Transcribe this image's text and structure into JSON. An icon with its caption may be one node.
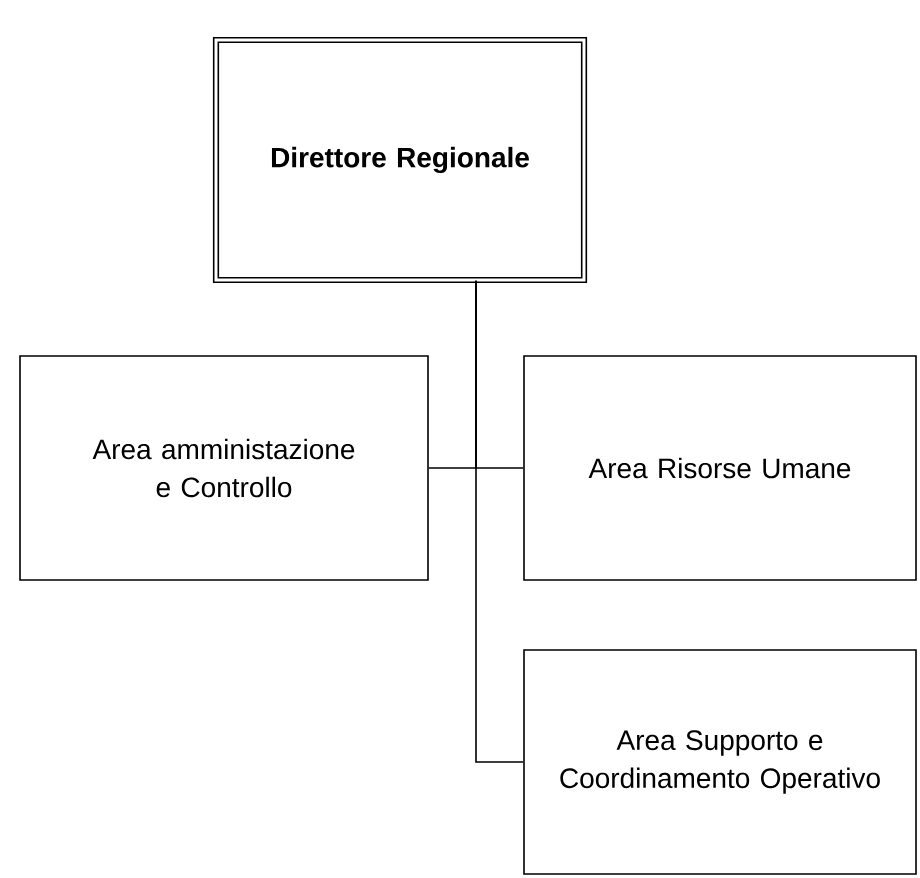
{
  "diagram": {
    "nodes": [
      {
        "text": [
          "Direttore Regionale"
        ]
      },
      {
        "text": [
          "Area amministazione e Controllo"
        ]
      },
      {
        "text": [
          "Area Risorse Umane"
        ]
      },
      {
        "text": [
          "Area Supporto e Coordinamento Operativo"
        ]
      }
    ],
    "edges": [
      {
        "from": 0,
        "to": 1,
        "arrow": "none"
      },
      {
        "from": 0,
        "to": 2,
        "arrow": "none"
      },
      {
        "from": 0,
        "to": 3,
        "arrow": "none"
      }
    ]
  }
}
